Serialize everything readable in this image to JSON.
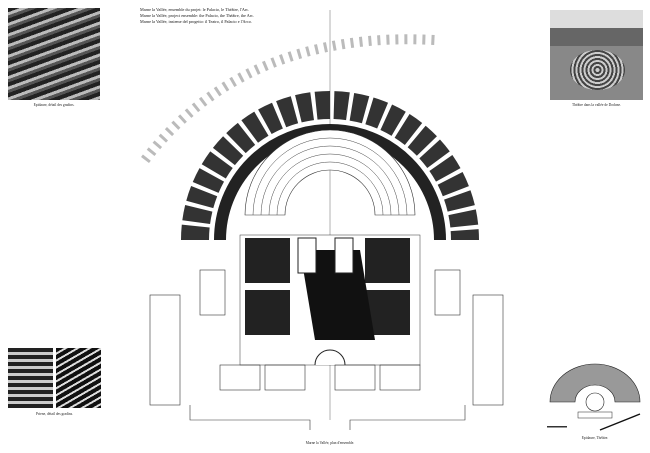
{
  "title_lines": [
    "Marne la Vallée, ensemble du projet: le Palacio, le Théâtre, l'Arc.",
    "Marne la Vallée, project ensemble: the Palacio, the Théâtre, the Arc.",
    "Marne la Vallée, insieme del progetto: il Teatro, il Palacio e l'Arco."
  ],
  "captions": {
    "top_left": "Epidaure, détail des gradins.",
    "top_right": "Théâtre dans la vallée de Dodone.",
    "bottom_left": "Priene, détail des gradins.",
    "center": "Marne la Vallée, plan d'ensemble.",
    "bottom_right": "Epidaure, Théâtre."
  }
}
